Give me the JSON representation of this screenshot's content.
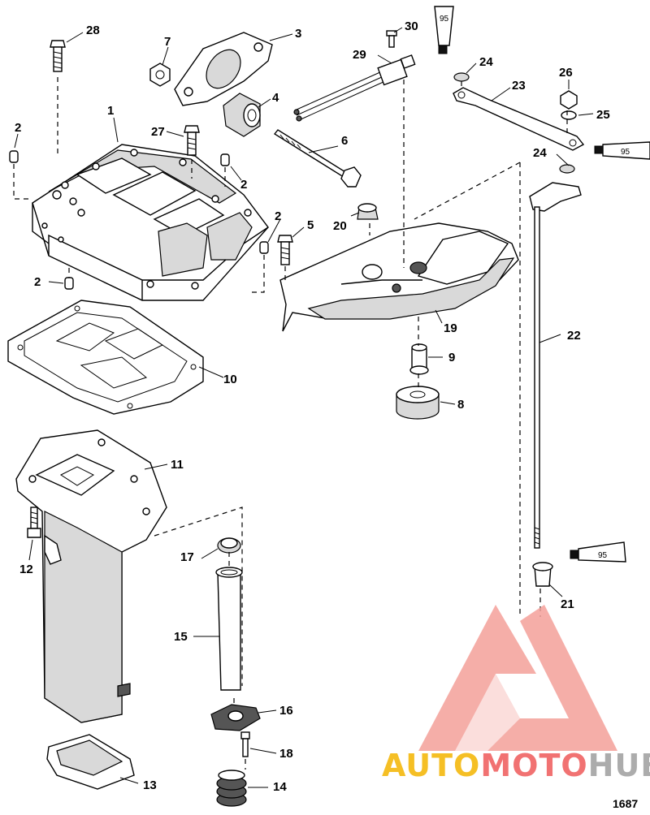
{
  "figure_number": "1687",
  "sealant_tube_label": "95",
  "watermark": {
    "logo_name": "automotohub-logo",
    "part_auto": "AUTO",
    "part_moto": "MOTO",
    "part_hub": "HUB",
    "colors": {
      "auto": "#f4b400",
      "moto": "#ef5a5a",
      "hub": "#9e9e9e",
      "triangle": "#f28b82"
    }
  },
  "callouts": [
    {
      "id": "c28",
      "text": "28"
    },
    {
      "id": "c7",
      "text": "7"
    },
    {
      "id": "c3",
      "text": "3"
    },
    {
      "id": "c30",
      "text": "30"
    },
    {
      "id": "c29",
      "text": "29"
    },
    {
      "id": "c24a",
      "text": "24"
    },
    {
      "id": "c23",
      "text": "23"
    },
    {
      "id": "c26",
      "text": "26"
    },
    {
      "id": "c25",
      "text": "25"
    },
    {
      "id": "c4",
      "text": "4"
    },
    {
      "id": "c1",
      "text": "1"
    },
    {
      "id": "c2a",
      "text": "2"
    },
    {
      "id": "c27",
      "text": "27"
    },
    {
      "id": "c6",
      "text": "6"
    },
    {
      "id": "c24b",
      "text": "24"
    },
    {
      "id": "c2b",
      "text": "2"
    },
    {
      "id": "c20",
      "text": "20"
    },
    {
      "id": "c2c",
      "text": "2"
    },
    {
      "id": "c5",
      "text": "5"
    },
    {
      "id": "c2d",
      "text": "2"
    },
    {
      "id": "c19",
      "text": "19"
    },
    {
      "id": "c22",
      "text": "22"
    },
    {
      "id": "c10",
      "text": "10"
    },
    {
      "id": "c9",
      "text": "9"
    },
    {
      "id": "c8",
      "text": "8"
    },
    {
      "id": "c11",
      "text": "11"
    },
    {
      "id": "c12",
      "text": "12"
    },
    {
      "id": "c17",
      "text": "17"
    },
    {
      "id": "c21",
      "text": "21"
    },
    {
      "id": "c15",
      "text": "15"
    },
    {
      "id": "c16",
      "text": "16"
    },
    {
      "id": "c18",
      "text": "18"
    },
    {
      "id": "c13",
      "text": "13"
    },
    {
      "id": "c14",
      "text": "14"
    }
  ]
}
